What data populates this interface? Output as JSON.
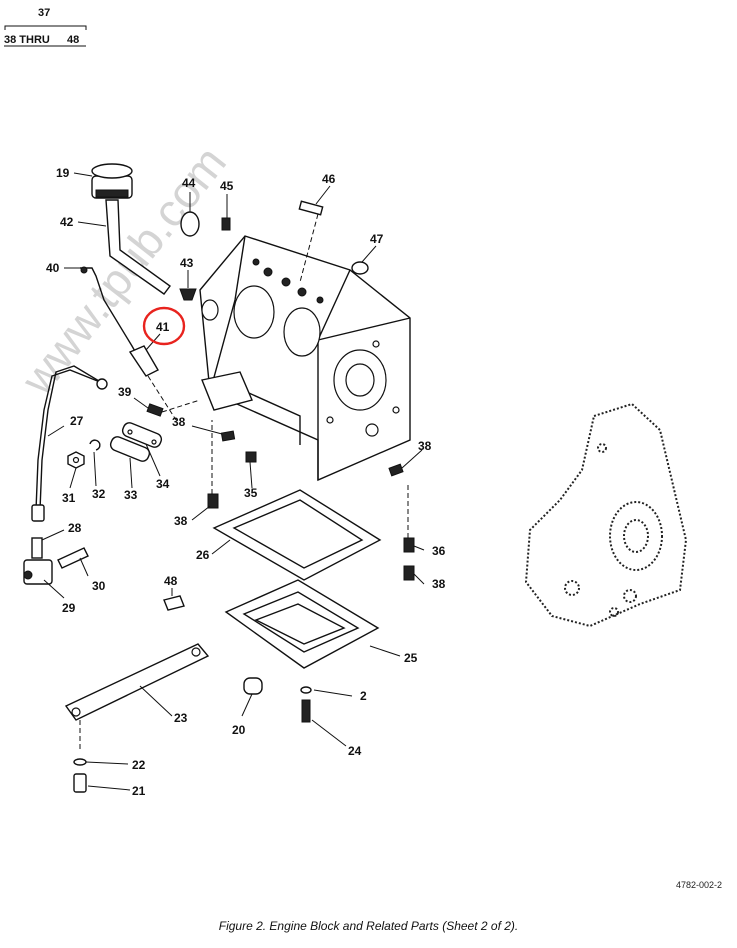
{
  "header": {
    "top": "37",
    "left": "38 THRU",
    "right": "48"
  },
  "watermark": "www.tpub.com",
  "reference_code": "4782-002-2",
  "caption": "Figure 2. Engine Block and Related Parts (Sheet 2 of 2).",
  "highlight_color": "#e8231e",
  "highlighted_callout": "41",
  "callouts": [
    "19",
    "42",
    "40",
    "44",
    "45",
    "46",
    "47",
    "43",
    "41",
    "39",
    "27",
    "38",
    "31",
    "32",
    "33",
    "34",
    "35",
    "38",
    "28",
    "26",
    "36",
    "30",
    "29",
    "48",
    "38",
    "25",
    "2",
    "20",
    "23",
    "24",
    "22",
    "21",
    "38"
  ]
}
